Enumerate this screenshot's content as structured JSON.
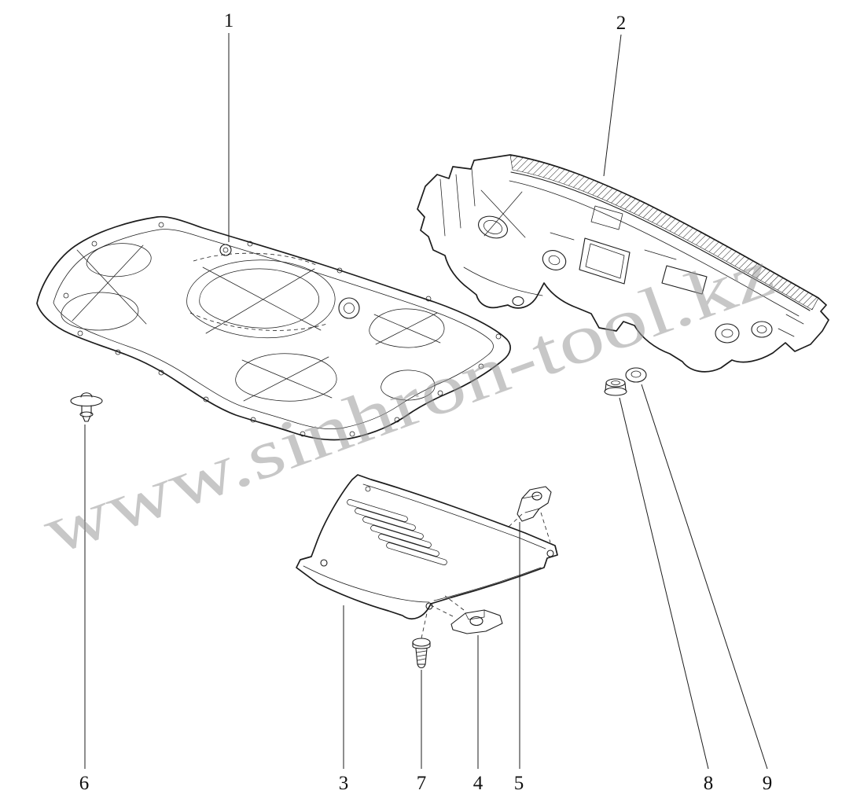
{
  "watermark": "www.sinhron-tool.kz",
  "callouts": [
    "1",
    "2",
    "3",
    "4",
    "5",
    "6",
    "7",
    "8",
    "9"
  ],
  "colors": {
    "ink": "#1c1c1c",
    "watermark": "#9a9a9a",
    "background": "#ffffff"
  }
}
